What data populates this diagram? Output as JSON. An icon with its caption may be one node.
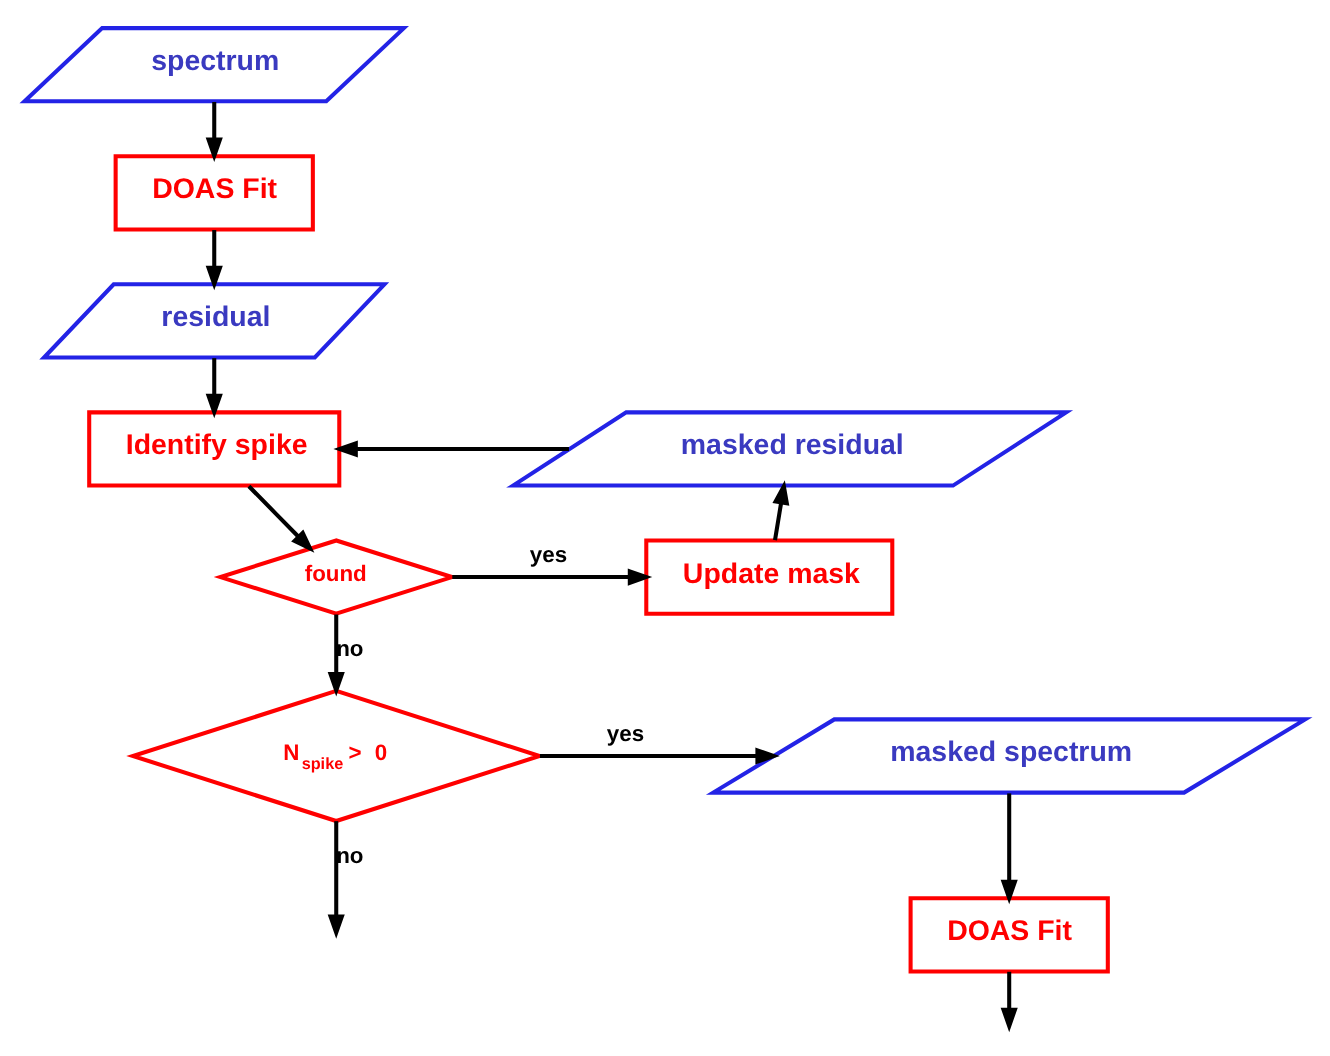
{
  "diagram": {
    "nodes": [
      {
        "text": [
          "spectrum"
        ]
      },
      {
        "text": [
          "DOAS Fit"
        ]
      },
      {
        "text": [
          "residual"
        ]
      },
      {
        "text": [
          "Identify spike"
        ]
      },
      {
        "text": [
          "masked residual"
        ]
      },
      {
        "text": [
          "found"
        ]
      },
      {
        "text": [
          "Update mask"
        ]
      },
      {
        "text": [
          "N$_{spike}$ > 0"
        ]
      },
      {
        "text": [
          "masked spectrum"
        ]
      },
      {
        "text": [
          "DOAS Fit"
        ]
      }
    ],
    "edges": [
      {
        "from": 0,
        "to": 1,
        "arrow": "to"
      },
      {
        "from": 1,
        "to": 2,
        "arrow": "to"
      },
      {
        "from": 2,
        "to": 3,
        "arrow": "to"
      },
      {
        "from": 4,
        "to": 3,
        "arrow": "to"
      },
      {
        "from": 3,
        "to": 5,
        "arrow": "to"
      },
      {
        "from": 5,
        "to": 6,
        "label": "yes",
        "arrow": "to"
      },
      {
        "from": 6,
        "to": 4,
        "arrow": "to"
      },
      {
        "from": 5,
        "to": 7,
        "label": "no",
        "arrow": "to"
      },
      {
        "from": 7,
        "to": 8,
        "label": "yes",
        "arrow": "to"
      },
      {
        "from": 8,
        "to": 9,
        "arrow": "to"
      },
      {
        "from": 7,
        "to": null,
        "label": "no",
        "arrow": "to"
      },
      {
        "from": 9,
        "to": null,
        "arrow": "to"
      }
    ]
  }
}
